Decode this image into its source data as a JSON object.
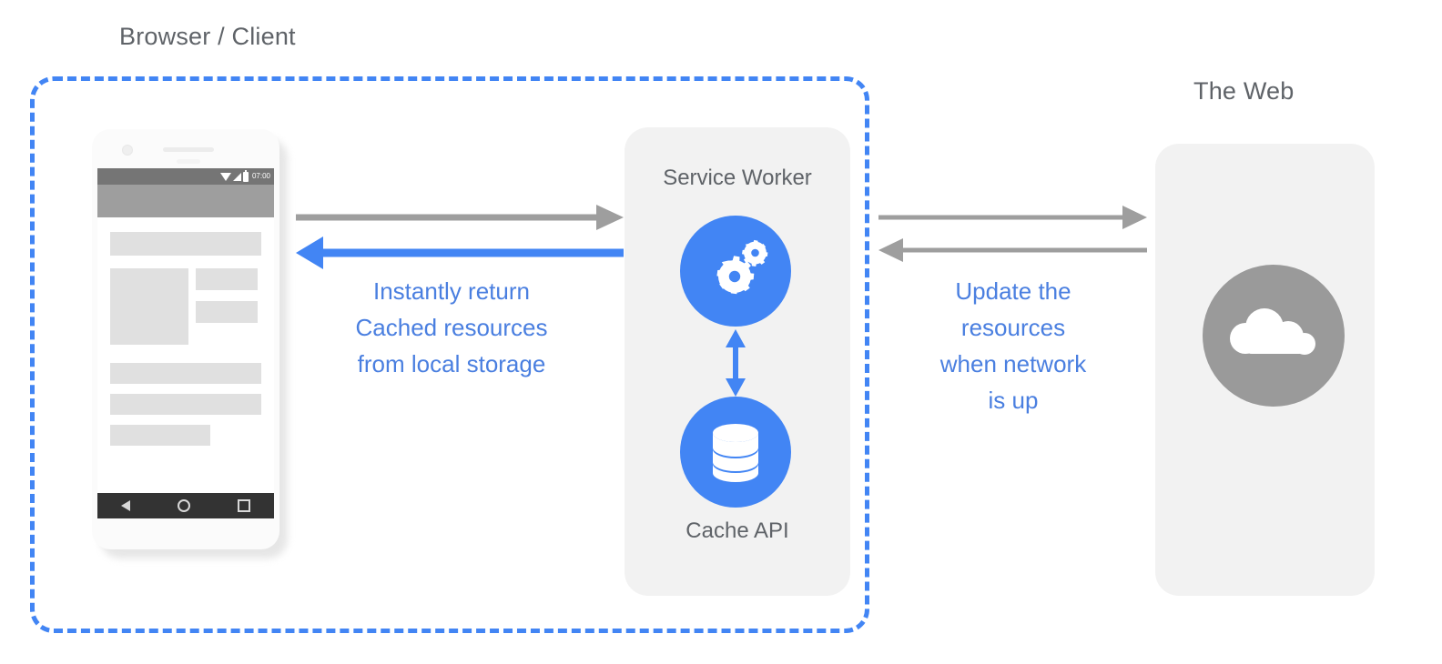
{
  "diagram": {
    "title_browser": "Browser / Client",
    "title_web": "The Web",
    "colors": {
      "accent_blue": "#4285f4",
      "note_blue": "#4a7fe0",
      "panel_grey": "#f2f2f2",
      "text_grey": "#5f6368",
      "arrow_grey": "#9e9e9e",
      "web_circle_grey": "#9a9a9a"
    }
  },
  "phone": {
    "status_time": "07:00",
    "status_icons": [
      "wifi-icon",
      "signal-icon",
      "battery-icon"
    ],
    "nav_icons": [
      "back-icon",
      "home-icon",
      "recents-icon"
    ]
  },
  "service_worker": {
    "label": "Service Worker",
    "icon": "gears-icon"
  },
  "cache": {
    "label": "Cache API",
    "icon": "database-icon"
  },
  "web": {
    "label": "The Web",
    "icon": "cloud-icon"
  },
  "notes": {
    "left": {
      "line1": "Instantly return",
      "line2": "Cached resources",
      "line3": "from local storage"
    },
    "right": {
      "line1": "Update the",
      "line2": "resources",
      "line3": "when network",
      "line4": "is up"
    }
  },
  "arrows": {
    "client_to_sw": "request-arrow-right-grey",
    "sw_to_client": "response-arrow-left-blue",
    "sw_to_web": "fetch-arrow-right-grey",
    "web_to_sw": "update-arrow-left-grey",
    "sw_to_cache": "bidirectional-arrow-blue"
  }
}
